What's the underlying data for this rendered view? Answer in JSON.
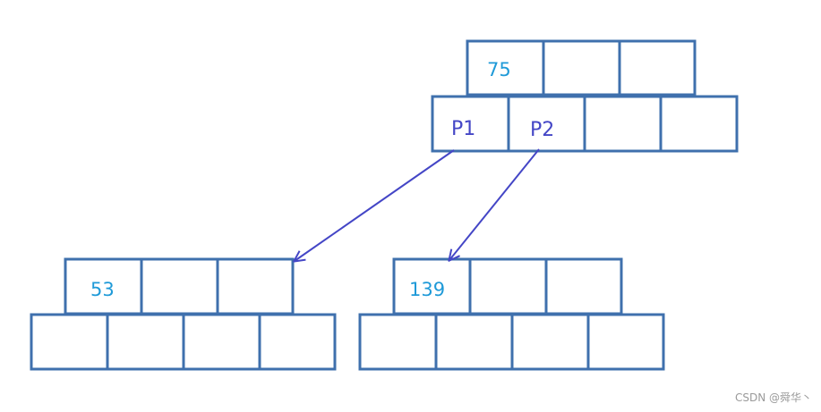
{
  "nodes": {
    "root": {
      "keys": [
        "75",
        "",
        ""
      ],
      "pointers": [
        "P1",
        "P2",
        "",
        ""
      ]
    },
    "left": {
      "keys": [
        "53",
        "",
        ""
      ],
      "pointers": [
        "",
        "",
        "",
        ""
      ]
    },
    "right": {
      "keys": [
        "139",
        "",
        ""
      ],
      "pointers": [
        "",
        "",
        "",
        ""
      ]
    }
  },
  "colors": {
    "cell_border": "#3f70ad",
    "key_text": "#1f9ad8",
    "pointer_text": "#4446c6",
    "arrow": "#4446c6"
  },
  "watermark": "CSDN @舜华丶"
}
